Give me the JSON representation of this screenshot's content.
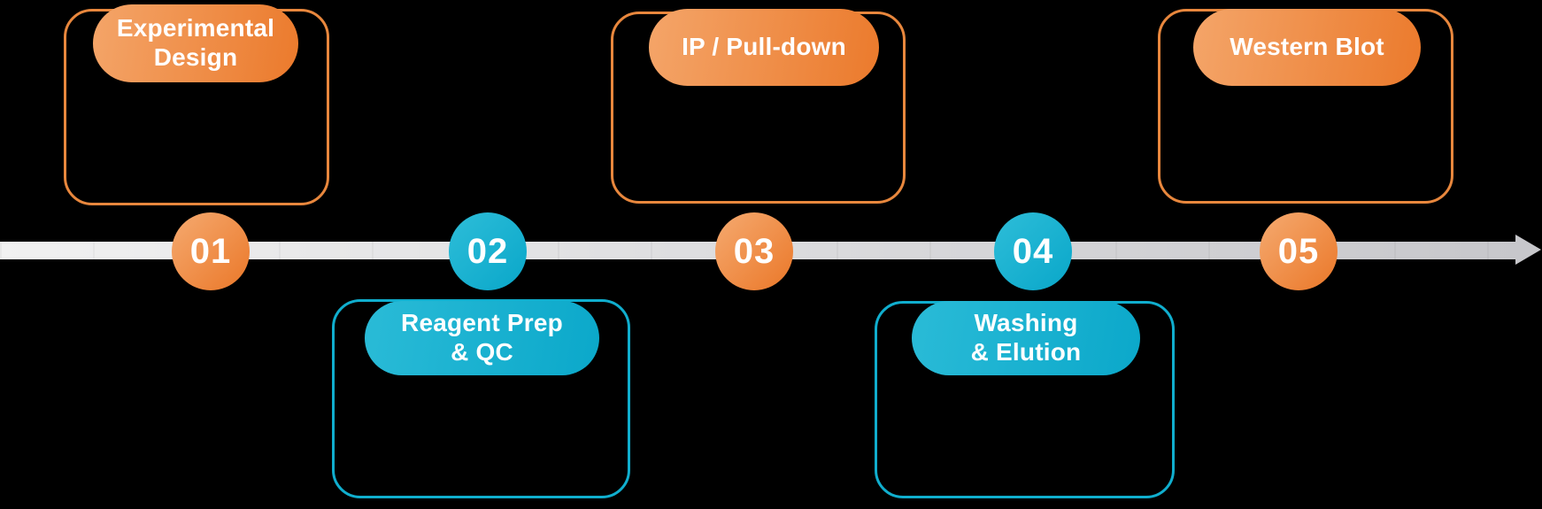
{
  "colors": {
    "background": "#000000",
    "orange": "#EB7A2C",
    "orange_light": "#F4A569",
    "orange_border": "#E8873D",
    "cyan": "#0BA8CA",
    "cyan_light": "#2ABBD7",
    "cyan_border": "#10AECE",
    "track_light": "#F1F1F1",
    "track_dark": "#C7C7CB",
    "title_text": "#FFFFFF",
    "number_text": "#FFFFFF"
  },
  "timeline": {
    "arrowhead_icon": "right-arrowhead"
  },
  "steps": [
    {
      "number": "01",
      "title": "Experimental\nDesign",
      "scheme": "orange"
    },
    {
      "number": "02",
      "title": "Reagent Prep\n& QC",
      "scheme": "cyan"
    },
    {
      "number": "03",
      "title": "IP / Pull-down",
      "scheme": "orange"
    },
    {
      "number": "04",
      "title": "Washing\n& Elution",
      "scheme": "cyan"
    },
    {
      "number": "05",
      "title": "Western Blot",
      "scheme": "orange"
    }
  ]
}
